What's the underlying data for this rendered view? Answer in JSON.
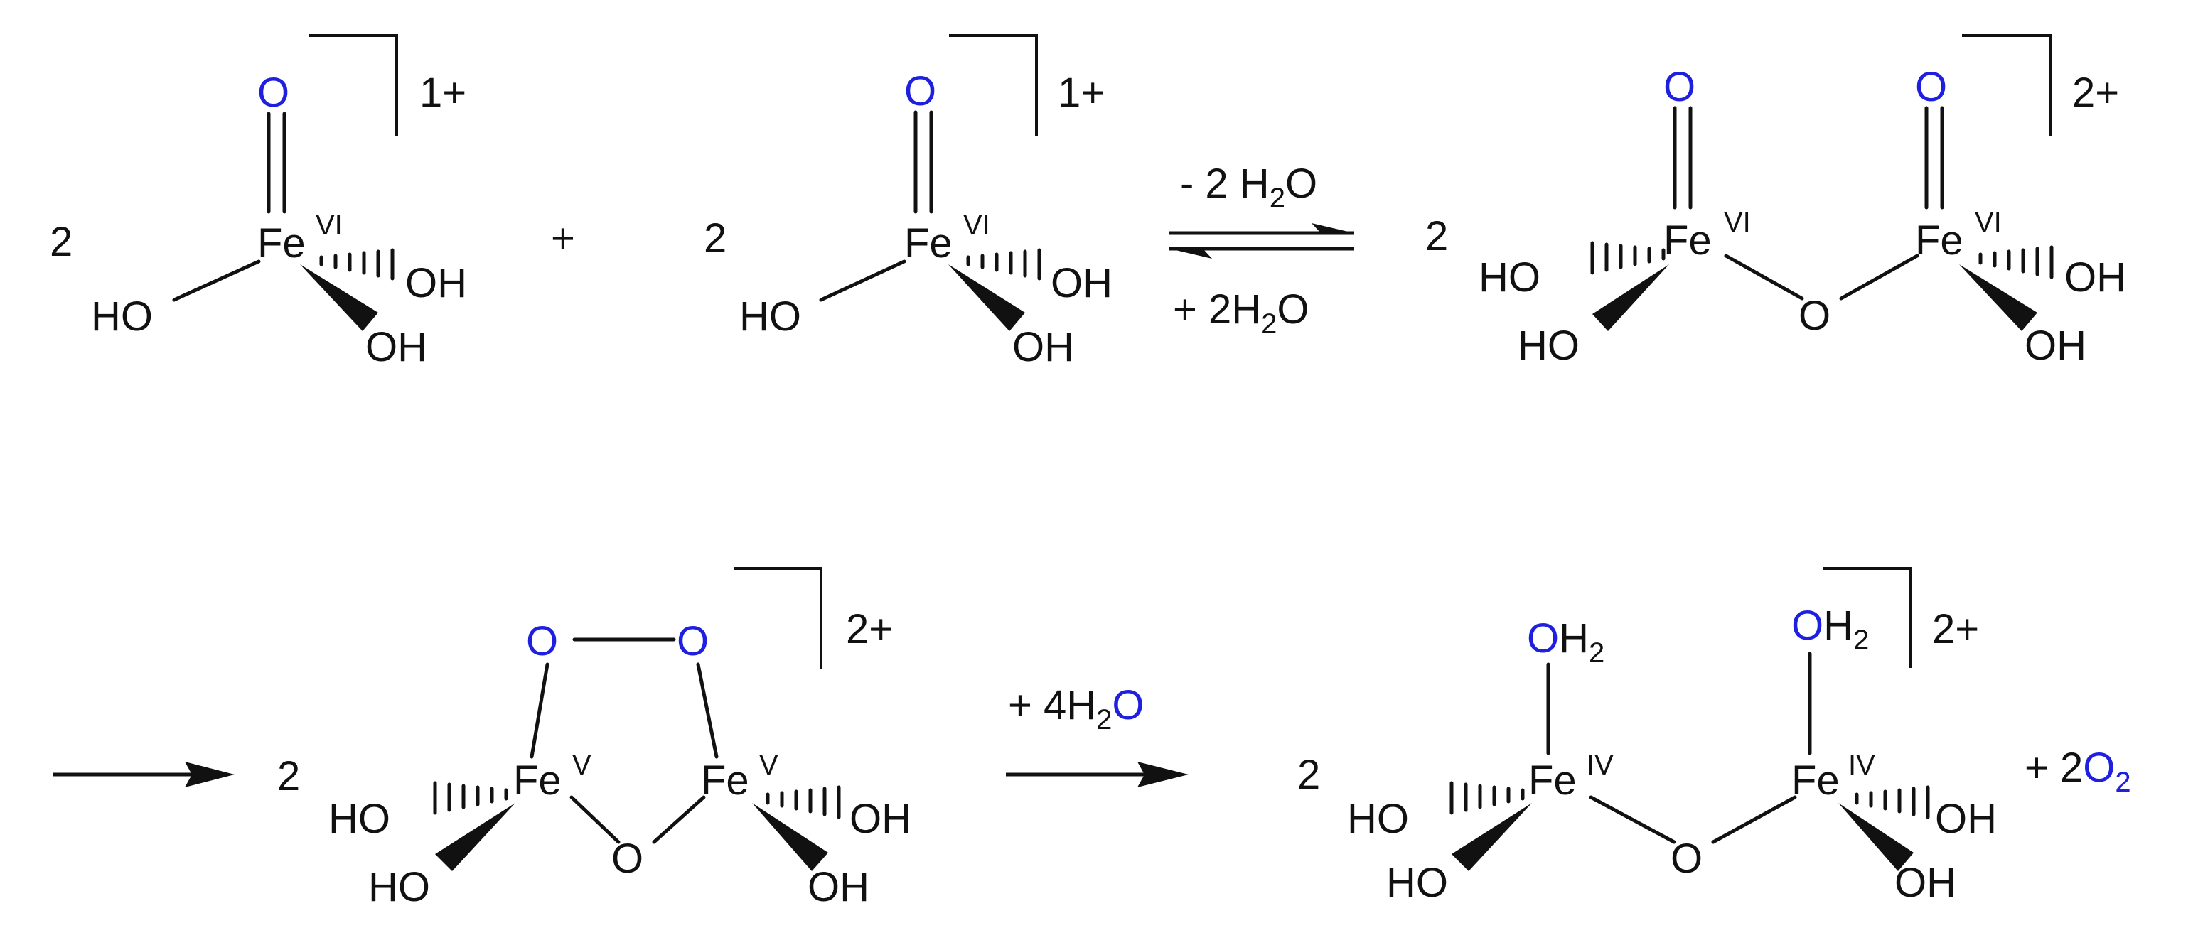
{
  "scheme": {
    "row1": {
      "r1": {
        "coef": "2",
        "metal": "Fe",
        "ox": "VI",
        "oxo": "O",
        "ho": "HO",
        "oh1": "OH",
        "oh2": "OH",
        "charge": "1+"
      },
      "plus": "+",
      "r2": {
        "coef": "2",
        "metal": "Fe",
        "ox": "VI",
        "oxo": "O",
        "ho": "HO",
        "oh1": "OH",
        "oh2": "OH",
        "charge": "1+"
      },
      "equilibrium": {
        "top": {
          "pre": "- 2 H",
          "sub": "2",
          "post": "O"
        },
        "bottom": {
          "pre": "+  2H",
          "sub": "2",
          "post": "O"
        }
      },
      "p1": {
        "coef": "2",
        "metal_left": "Fe",
        "ox_left": "VI",
        "metal_right": "Fe",
        "ox_right": "VI",
        "oxo_left": "O",
        "oxo_right": "O",
        "bridge": "O",
        "ho_left_top": "HO",
        "ho_left_bottom": "HO",
        "oh_right_top": "OH",
        "oh_right_bottom": "OH",
        "charge": "2+"
      }
    },
    "row2": {
      "i1": {
        "coef": "2",
        "metal_left": "Fe",
        "ox_left": "V",
        "metal_right": "Fe",
        "ox_right": "V",
        "peroxo_left": "O",
        "peroxo_right": "O",
        "bridge": "O",
        "ho_left_top": "HO",
        "ho_left_bottom": "HO",
        "oh_right_top": "OH",
        "oh_right_bottom": "OH",
        "charge": "2+"
      },
      "reagent": {
        "pre": "+  4H",
        "sub": "2",
        "o": "O"
      },
      "p2": {
        "coef": "2",
        "metal_left": "Fe",
        "ox_left": "IV",
        "metal_right": "Fe",
        "ox_right": "IV",
        "aqua_left_o": "O",
        "aqua_left_h": "H",
        "aqua_left_sub": "2",
        "aqua_right_o": "O",
        "aqua_right_h": "H",
        "aqua_right_sub": "2",
        "bridge": "O",
        "ho_left_top": "HO",
        "ho_left_bottom": "HO",
        "oh_right_top": "OH",
        "oh_right_bottom": "OH",
        "charge": "2+"
      },
      "oxygen": {
        "pre": "+  2",
        "o2": "O",
        "sub": "2"
      }
    }
  }
}
